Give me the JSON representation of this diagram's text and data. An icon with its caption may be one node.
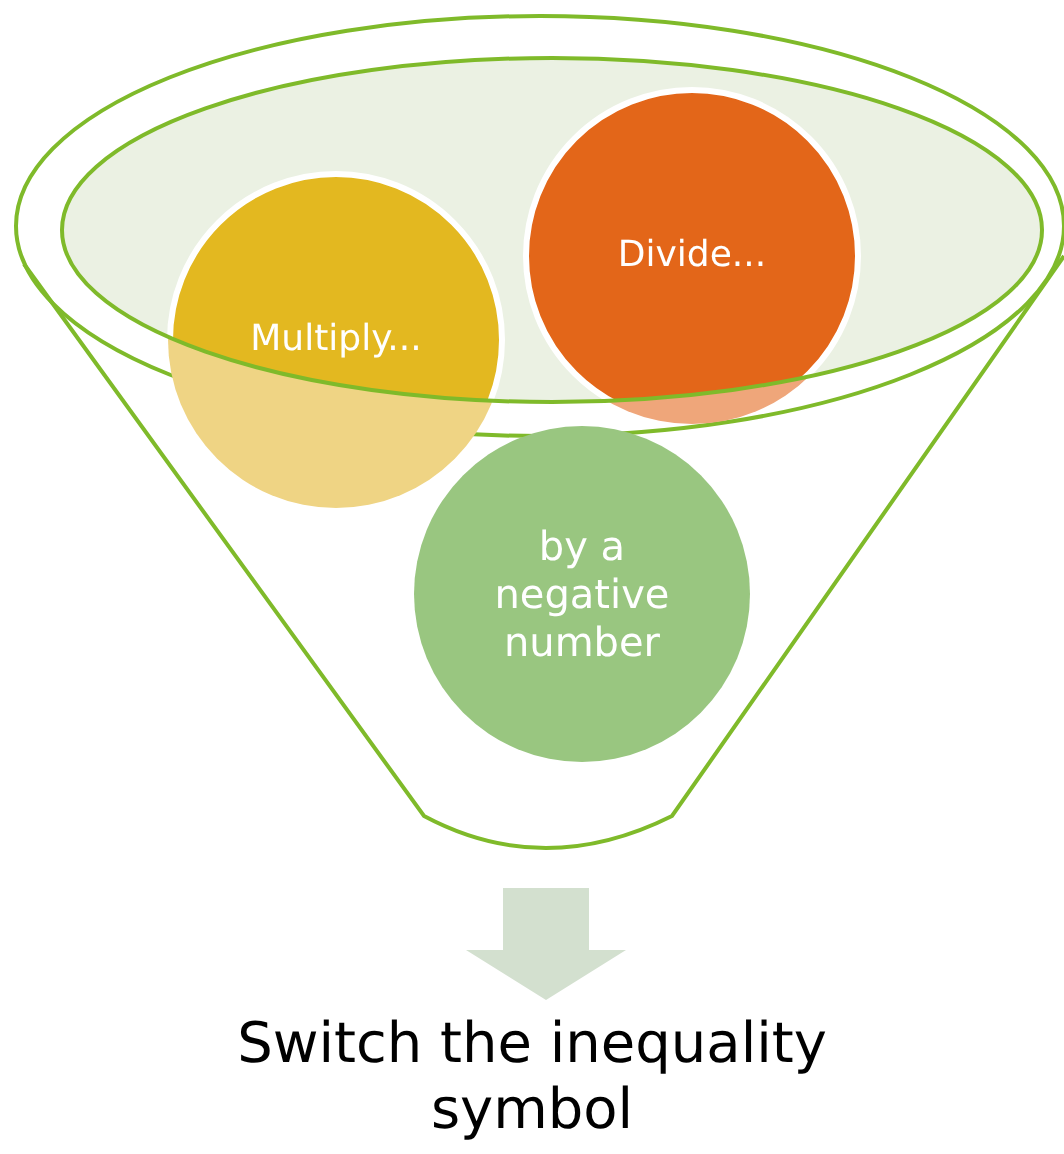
{
  "diagram": {
    "nodes": [
      {
        "text": [],
        "shape": "funnel"
      },
      {
        "text": [
          "Multiply..."
        ]
      },
      {
        "text": [
          "Divide..."
        ],
        "in": 0
      },
      {
        "text": [
          "by a negative number"
        ]
      },
      {
        "text": [
          "Switch the inequality symbol"
        ]
      }
    ],
    "edges": [
      {
        "from": 0,
        "to": 4,
        "arrow": "to",
        "style": "thick",
        "color": "#d3e0cf"
      }
    ]
  }
}
